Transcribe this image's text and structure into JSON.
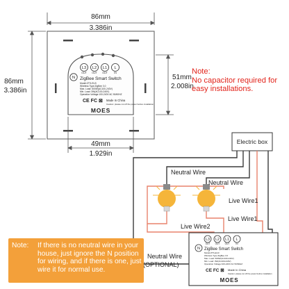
{
  "dimensions": {
    "top_width_mm": "86mm",
    "top_width_in": "3.386in",
    "left_height_mm": "86mm",
    "left_height_in": "3.386in",
    "right_height_mm": "51mm",
    "right_height_in": "2.008in",
    "bottom_width_mm": "49mm",
    "bottom_width_in": "1.929in"
  },
  "switch": {
    "terminals": [
      "L3",
      "L2",
      "L1",
      "L"
    ],
    "terminal_subs": [
      "OUT",
      "OUT",
      "OUT",
      "IN"
    ],
    "n_label": "N",
    "title": "ZigBee Smart Switch",
    "model": "Model:ZTS-EU3",
    "wireless": "Wireless Type:ZigBee 3.0",
    "max_load": "Max. Load: 600W(AC100-240V)",
    "min_load": "Min. Load: 3W(AC100-240V)",
    "voltage": "Operation Voltage:100-240V AC 50/60HZ",
    "certs": "CE FC ⊠",
    "made_in": "Made In China",
    "caution": "Caution: please cut off the power before installation",
    "brand": "MOES"
  },
  "note": {
    "title": "Note:",
    "body": "No capacitor required for easy installations."
  },
  "wiring": {
    "electric_box": "Electric box",
    "neutral_wire_1": "Neutral Wire",
    "neutral_wire_2": "Neutral Wire",
    "live_wire_1": "Live Wire1",
    "live_wire_2": "Live Wire2",
    "neutral_wire_bottom": "Neutral Wire",
    "optional": "(OPTIONAL)"
  },
  "tip": {
    "label": "Note:",
    "body": "If there is no neutral wire in your house, just ignore the N position for wiring, and if there is one, just wire it for normal use."
  },
  "colors": {
    "note_red": "#e2231a",
    "tip_orange": "#f3a03a",
    "live_wire": "#e8826b",
    "bulb_yellow": "#f5b53a",
    "device_outline": "#555555"
  }
}
